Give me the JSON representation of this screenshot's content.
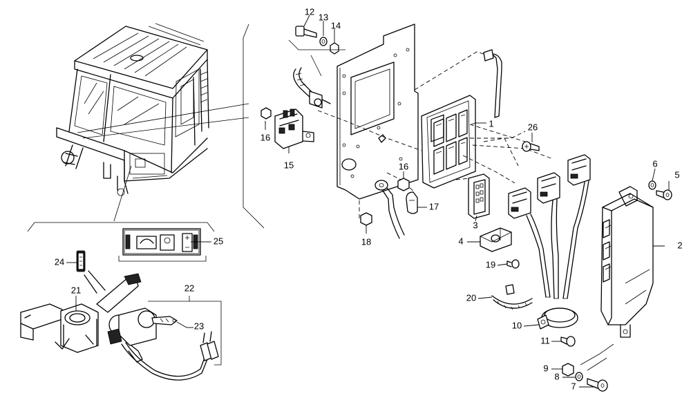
{
  "callouts": {
    "p1": "1",
    "p2": "2",
    "p3": "3",
    "p4": "4",
    "p5": "5",
    "p6": "6",
    "p7": "7",
    "p8": "8",
    "p9": "9",
    "p10": "10",
    "p11": "11",
    "p12": "12",
    "p13": "13",
    "p14": "14",
    "p15": "15",
    "p16a": "16",
    "p16b": "16",
    "p17": "17",
    "p18": "18",
    "p19": "19",
    "p20": "20",
    "p21": "21",
    "p22": "22",
    "p23": "23",
    "p24": "24",
    "p25": "25",
    "p26": "26"
  }
}
